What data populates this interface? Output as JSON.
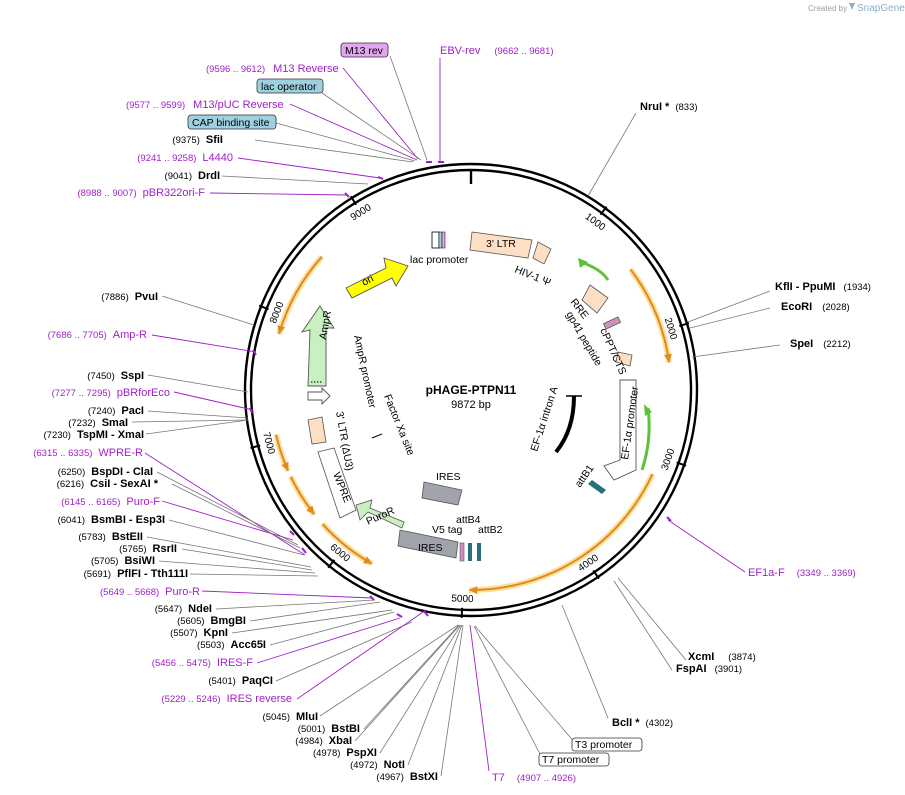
{
  "watermark": {
    "created_by": "Created by",
    "brand": "SnapGene"
  },
  "plasmid": {
    "name": "pHAGE-PTPN11",
    "size": "9872 bp"
  },
  "ticks": [
    "1000",
    "2000",
    "3000",
    "4000",
    "5000",
    "6000",
    "7000",
    "8000",
    "9000"
  ],
  "features": {
    "ltr5": "3' LTR",
    "hiv_psi": "HIV-1 Ψ",
    "rre": "RRE",
    "gp41": "gp41 peptide",
    "cppt": "cPPT/CTS",
    "ef1a_intron": "EF-1α intron A",
    "ef1a_promoter": "EF-1α promoter",
    "attb1": "attB1",
    "attb4": "attB4",
    "attb2": "attB2",
    "v5": "V5 tag",
    "ires_inner": "IRES",
    "ires": "IRES",
    "puror": "PuroR",
    "wpre": "WPRE",
    "ltr3": "3' LTR (ΔU3)",
    "factorxa": "Factor Xa site",
    "ampr_promoter": "AmpR promoter",
    "ampr": "AmpR",
    "ori": "ori",
    "lac_promoter": "lac promoter"
  },
  "right_labels": [
    {
      "name": "NruI *",
      "pos": "(833)"
    },
    {
      "name": "KflI  - PpuMI",
      "pos": "(1934)"
    },
    {
      "name": "EcoRI",
      "pos": "(2028)"
    },
    {
      "name": "SpeI",
      "pos": "(2212)"
    },
    {
      "name": "XcmI",
      "pos": "(3874)"
    },
    {
      "name": "FspAI",
      "pos": "(3901)"
    },
    {
      "name": "BclI *",
      "pos": "(4302)"
    }
  ],
  "right_primer": {
    "name": "EF1a-F",
    "pos": "(3349 .. 3369)"
  },
  "top_features": {
    "m13rev": "M13 rev",
    "ebv_rev": "EBV-rev",
    "ebv_rev_pos": "(9662 .. 9681)",
    "m13reverse": "M13 Reverse",
    "m13reverse_pos": "(9596 .. 9612)",
    "lac_operator": "lac operator",
    "m13puc": "M13/pUC Reverse",
    "m13puc_pos": "(9577 .. 9599)",
    "cap": "CAP binding site"
  },
  "left_labels": [
    {
      "pos": "(9375)",
      "name": "SfiI",
      "purple": false
    },
    {
      "pos": "(9241 .. 9258)",
      "name": "L4440",
      "purple": true
    },
    {
      "pos": "(9041)",
      "name": "DrdI",
      "purple": false
    },
    {
      "pos": "(8988 .. 9007)",
      "name": "pBR322ori-F",
      "purple": true
    },
    {
      "pos": "(7886)",
      "name": "PvuI",
      "purple": false
    },
    {
      "pos": "(7686 .. 7705)",
      "name": "Amp-R",
      "purple": true
    },
    {
      "pos": "(7450)",
      "name": "SspI",
      "purple": false
    },
    {
      "pos": "(7277 .. 7295)",
      "name": "pBRforEco",
      "purple": true
    },
    {
      "pos": "(7240)",
      "name": "PacI",
      "purple": false
    },
    {
      "pos": "(7232)",
      "name": "SmaI",
      "purple": false
    },
    {
      "pos": "(7230)",
      "name": "TspMI  - XmaI",
      "purple": false
    },
    {
      "pos": "(6315 .. 6335)",
      "name": "WPRE-R",
      "purple": true
    },
    {
      "pos": "(6250)",
      "name": "BspDI  - ClaI",
      "purple": false
    },
    {
      "pos": "(6216)",
      "name": "CsiI  - SexAI *",
      "purple": false
    },
    {
      "pos": "(6145 .. 6165)",
      "name": "Puro-F",
      "purple": true
    },
    {
      "pos": "(6041)",
      "name": "BsmBI  - Esp3I",
      "purple": false
    },
    {
      "pos": "(5783)",
      "name": "BstEII",
      "purple": false
    },
    {
      "pos": "(5765)",
      "name": "RsrII",
      "purple": false
    },
    {
      "pos": "(5705)",
      "name": "BsiWI",
      "purple": false
    },
    {
      "pos": "(5691)",
      "name": "PflFI  - Tth111I",
      "purple": false
    },
    {
      "pos": "(5649 .. 5668)",
      "name": "Puro-R",
      "purple": true
    },
    {
      "pos": "(5647)",
      "name": "NdeI",
      "purple": false
    },
    {
      "pos": "(5605)",
      "name": "BmgBI",
      "purple": false
    },
    {
      "pos": "(5507)",
      "name": "KpnI",
      "purple": false
    },
    {
      "pos": "(5503)",
      "name": "Acc65I",
      "purple": false
    },
    {
      "pos": "(5456 .. 5475)",
      "name": "IRES-F",
      "purple": true
    },
    {
      "pos": "(5401)",
      "name": "PaqCI",
      "purple": false
    },
    {
      "pos": "(5229 .. 5246)",
      "name": "IRES reverse",
      "purple": true
    },
    {
      "pos": "(5045)",
      "name": "MluI",
      "purple": false
    },
    {
      "pos": "(5001)",
      "name": "BstBI",
      "purple": false
    },
    {
      "pos": "(4984)",
      "name": "XbaI",
      "purple": false
    },
    {
      "pos": "(4978)",
      "name": "PspXI",
      "purple": false
    },
    {
      "pos": "(4972)",
      "name": "NotI",
      "purple": false
    },
    {
      "pos": "(4967)",
      "name": "BstXI",
      "purple": false
    }
  ],
  "bottom_features": {
    "t7": "T7",
    "t7_pos": "(4907 .. 4926)",
    "t3_promoter": "T3 promoter",
    "t7_promoter": "T7 promoter"
  },
  "colors": {
    "primer_purple": "#a020c8",
    "ltr_fill": "#fde0c4",
    "promoter_green": "#5cc23a",
    "orange_arc": "#f0a030",
    "ori_yellow": "#ffff00",
    "marker_green": "#c8f0c0",
    "ires_gray": "#a0a4aa",
    "boxed_purple": "#e2a6f0",
    "boxed_blue": "#9fd0e0"
  }
}
